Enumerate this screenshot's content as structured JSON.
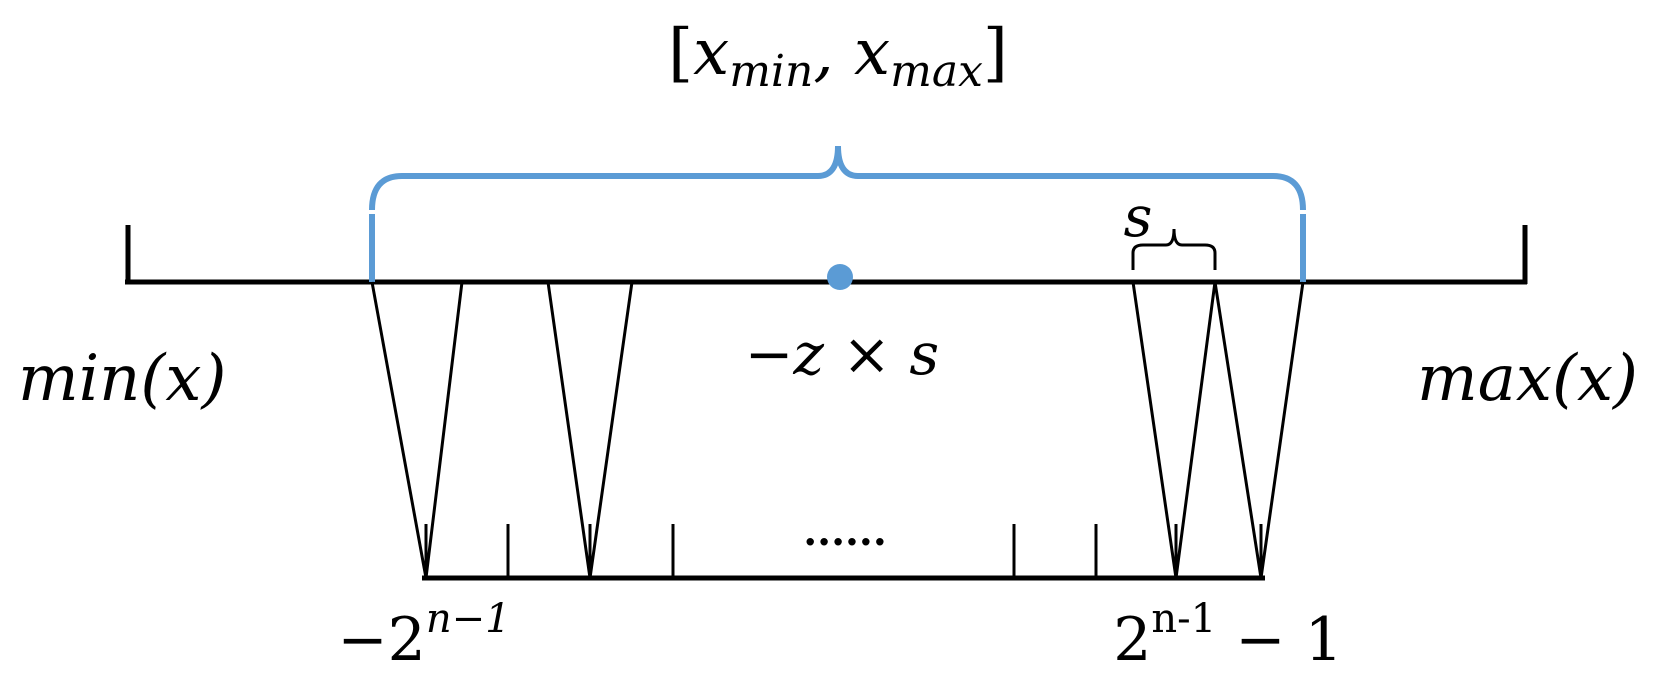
{
  "colors": {
    "line": "#000000",
    "accent": "#5b9bd5",
    "background": "#ffffff"
  },
  "labels": {
    "range_open": "[",
    "range_x1": "x",
    "range_min_sub": "min",
    "range_comma": ", ",
    "range_x2": "x",
    "range_max_sub": "max",
    "range_close": "]",
    "scale": "s",
    "zero_point": "−z × s",
    "min_x": "min(x)",
    "max_x": "max(x)",
    "dots": "......",
    "q_min_base": "−2",
    "q_min_exp": "n−1",
    "q_max_base": "2",
    "q_max_exp": "n-1",
    "q_max_tail": " − 1"
  }
}
